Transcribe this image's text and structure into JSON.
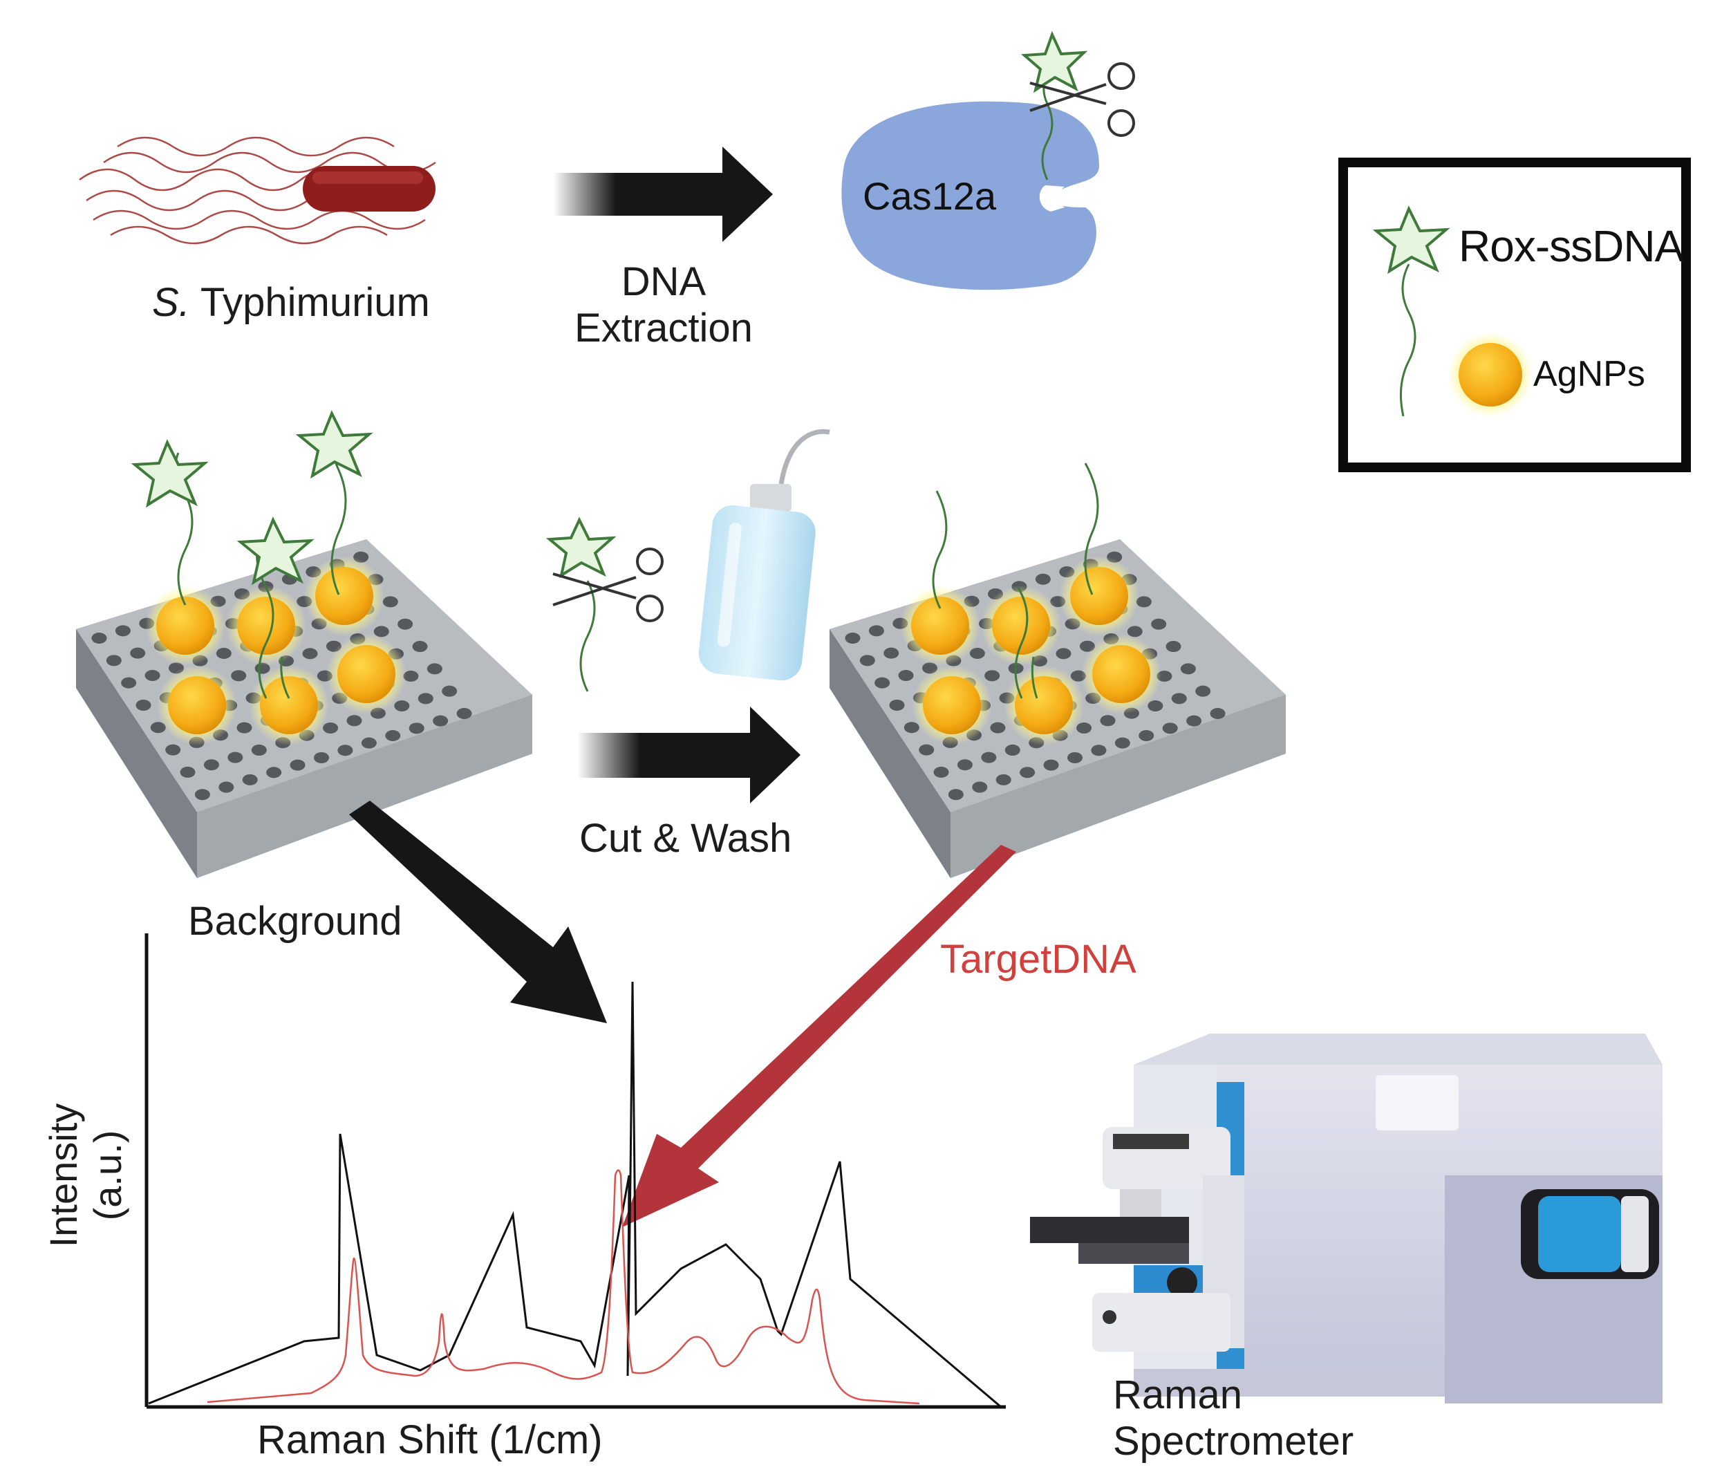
{
  "labels": {
    "bacterium": "S.",
    "bacterium_rest": " Typhimurium",
    "step1_line1": "DNA",
    "step1_line2": "Extraction",
    "enzyme": "Cas12a",
    "step2": "Cut & Wash",
    "background": "Background",
    "target": "TargetDNA",
    "spectrometer_line1": "Raman",
    "spectrometer_line2": "Spectrometer",
    "y_axis_line1": "Intensity",
    "y_axis_line2": "(a.u.)",
    "x_axis": "Raman Shift (1/cm)"
  },
  "legend": {
    "item1": "Rox-ssDNA",
    "item2": "AgNPs"
  },
  "colors": {
    "bacterium": "#8e1d1c",
    "cas12a": "#8aa6db",
    "reporter_star": "#e6f5dd",
    "strand": "#3f7a3a",
    "agnp": "#f6b21c",
    "plate": "#9aa0a6",
    "arrow": "#161616",
    "target_arrow": "#b3343a",
    "target_text": "#d0403c",
    "background_spectrum": "#111111",
    "target_spectrum": "#d9534f",
    "spectrometer_body": "#b9bcd6",
    "spectrometer_accent": "#2f8fd0"
  }
}
